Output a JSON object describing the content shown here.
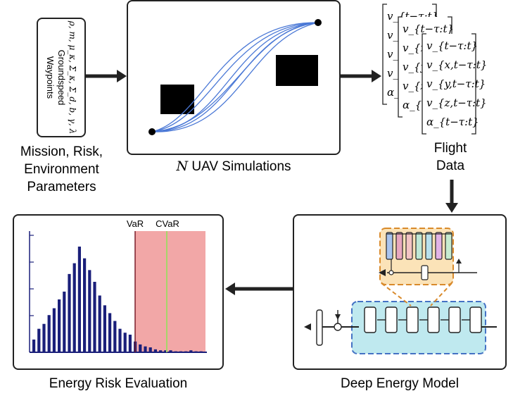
{
  "inputs": {
    "title_line1": "Waypoints",
    "title_line2": "Groundspeed",
    "params_line": "ρ, m, μ_κ, Σ_κ, Σ_d, b, γ, λ",
    "caption": [
      "Mission, Risk,",
      "Environment",
      "Parameters"
    ]
  },
  "simulation": {
    "caption_var": "N",
    "caption_text": " UAV Simulations"
  },
  "flight_data": {
    "rows": [
      "v_{t−τ:t}",
      "v_{x,t−τ:t}",
      "v_{y,t−τ:t}",
      "v_{z,t−τ:t}",
      "α_{t−τ:t}"
    ],
    "caption": [
      "Flight",
      "Data"
    ]
  },
  "model": {
    "caption": "Deep Energy Model"
  },
  "risk": {
    "caption": "Energy Risk Evaluation",
    "var_label": "VaR",
    "cvar_label": "CVaR",
    "bars": [
      13,
      24,
      29,
      38,
      45,
      54,
      62,
      80,
      91,
      108,
      96,
      84,
      72,
      58,
      48,
      40,
      32,
      24,
      20,
      18,
      11,
      8,
      6,
      5,
      3,
      2,
      2,
      2,
      1,
      1,
      1,
      2,
      1,
      1
    ],
    "colors": {
      "bar": "#1a1f7a",
      "tail": "#f2a7a7",
      "var_line": "#7a1f2a",
      "cvar_line": "#a6d66a"
    }
  },
  "colors": {
    "flow_arrow": "#222222",
    "paths": "#4a78d6",
    "lstm_outer_bg": "#bfe9ef",
    "lstm_outer_border": "#4472c4",
    "lstm_cell_bg": "#fbe3b8",
    "lstm_cell_border": "#d98a2b"
  }
}
